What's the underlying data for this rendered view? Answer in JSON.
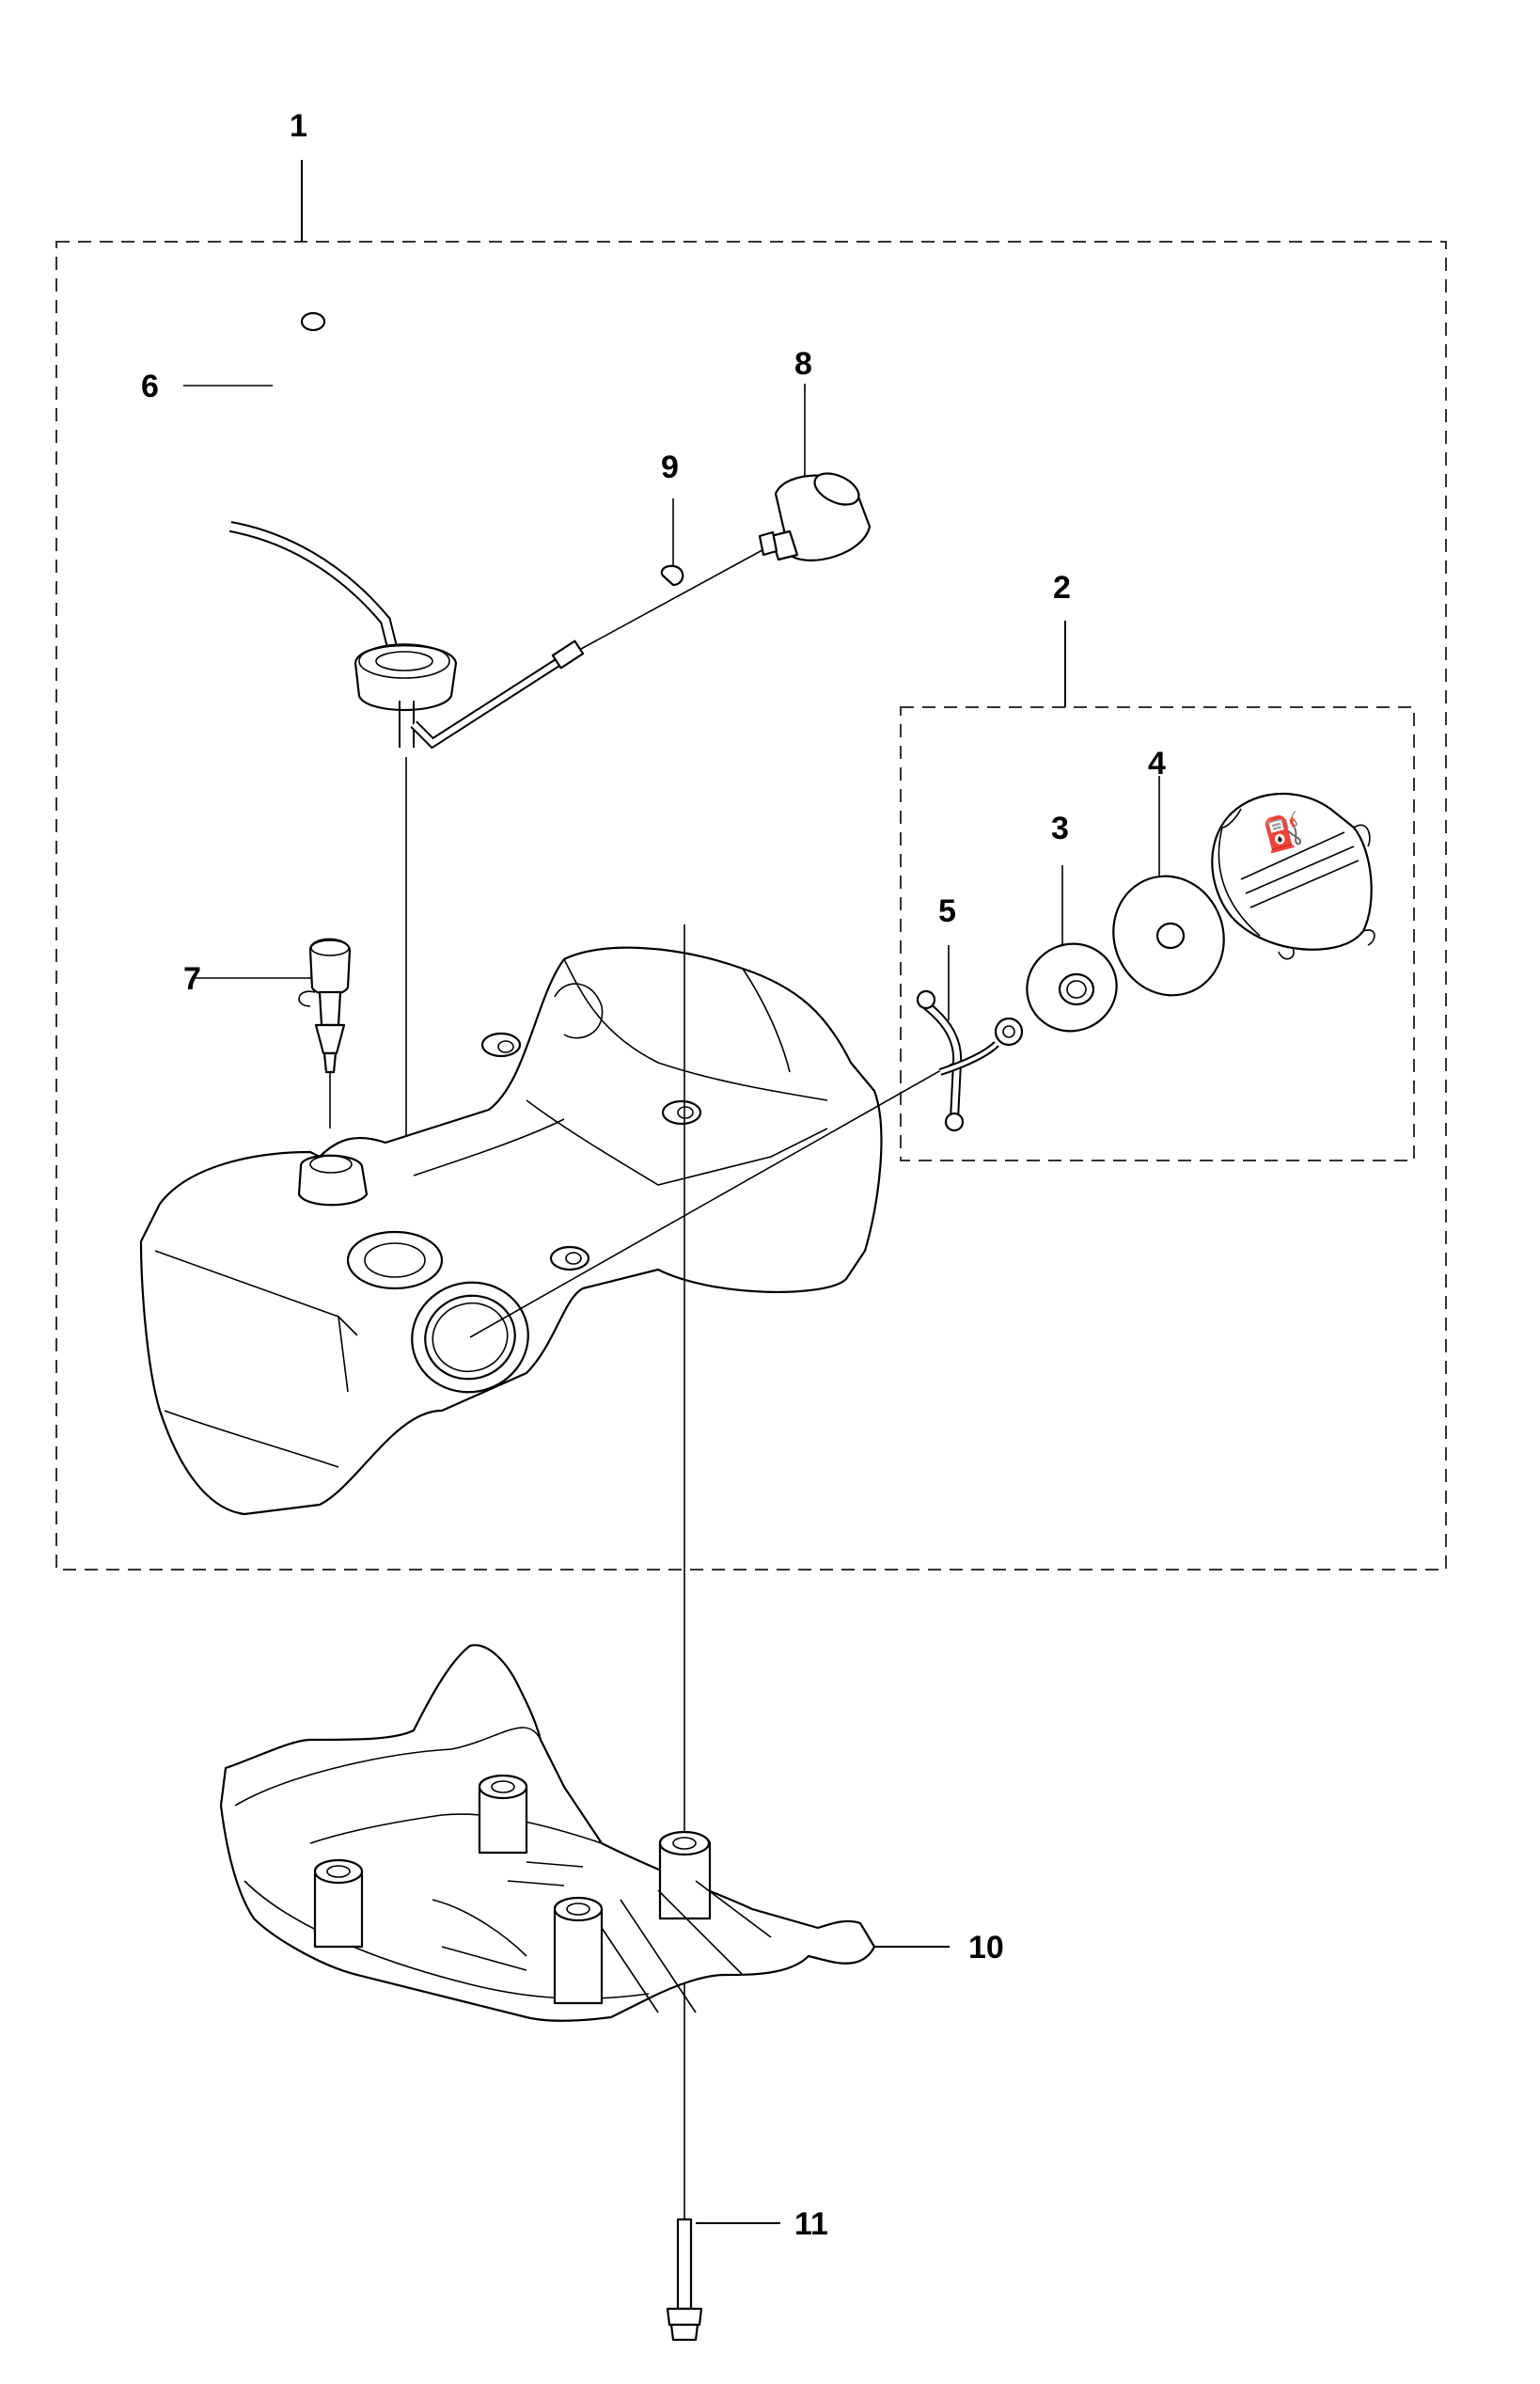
{
  "callouts": {
    "c1": "1",
    "c2": "2",
    "c3": "3",
    "c4": "4",
    "c5": "5",
    "c6": "6",
    "c7": "7",
    "c8": "8",
    "c9": "9",
    "c10": "10",
    "c11": "11"
  },
  "cap_logo": "⛽"
}
